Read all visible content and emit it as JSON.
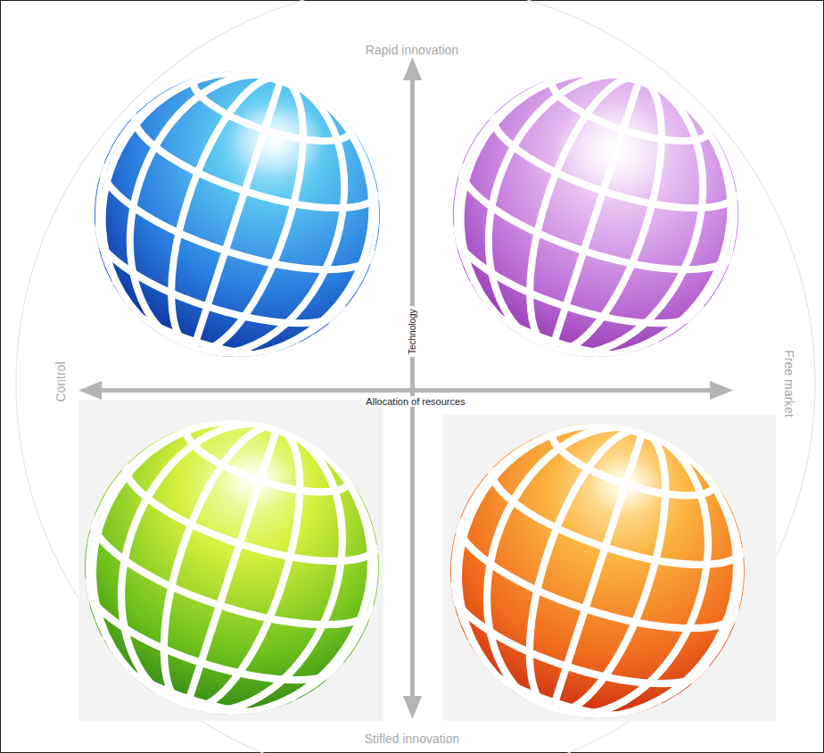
{
  "diagram": {
    "labels": [
      "Rapid innovation",
      "Technology",
      "Control",
      "Allocation of resources",
      "Free market",
      "Stifled innovation"
    ]
  }
}
